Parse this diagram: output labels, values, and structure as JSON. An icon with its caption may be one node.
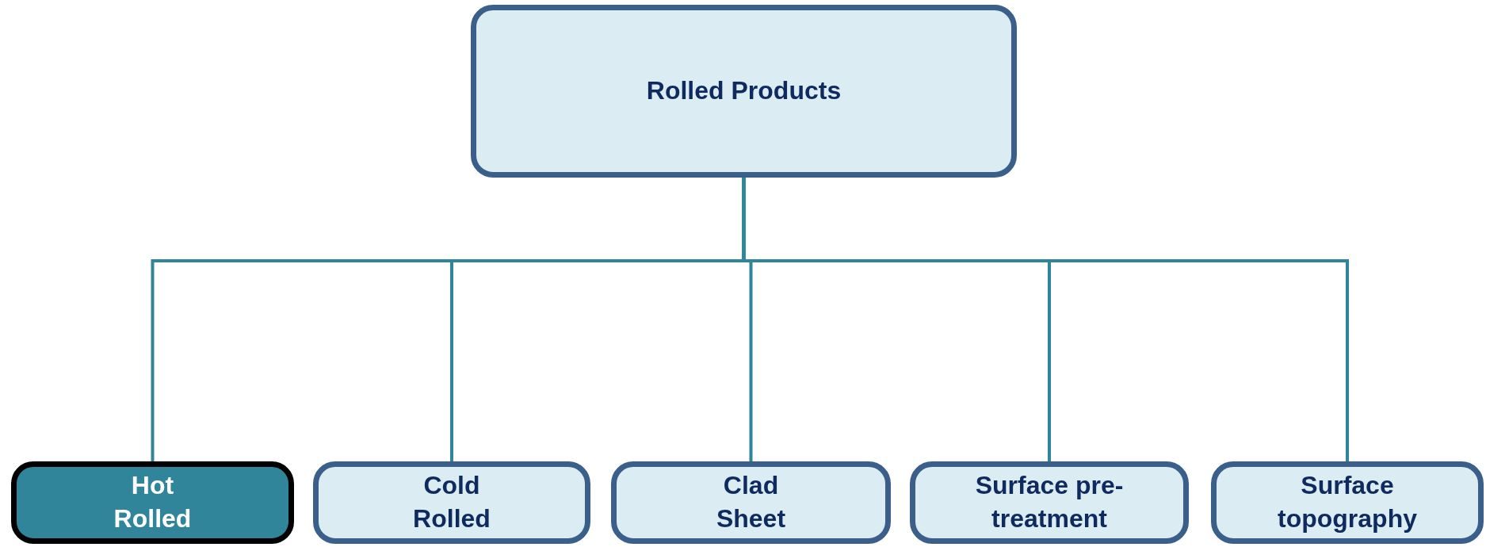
{
  "diagram": {
    "nodes": [
      {
        "text": [
          "Rolled Products"
        ]
      },
      {
        "text": [
          "Hot Rolled"
        ]
      },
      {
        "text": [
          "Cold Rolled"
        ]
      },
      {
        "text": [
          "Clad Sheet"
        ]
      },
      {
        "text": [
          "Surface pre-treatment"
        ]
      },
      {
        "text": [
          "Surface topography"
        ]
      }
    ],
    "edges": [
      {
        "from": 0,
        "to": 1,
        "arrow": "none"
      },
      {
        "from": 0,
        "to": 2,
        "arrow": "none"
      },
      {
        "from": 0,
        "to": 3,
        "arrow": "none"
      },
      {
        "from": 0,
        "to": 4,
        "arrow": "none"
      },
      {
        "from": 0,
        "to": 5,
        "arrow": "none"
      }
    ]
  }
}
